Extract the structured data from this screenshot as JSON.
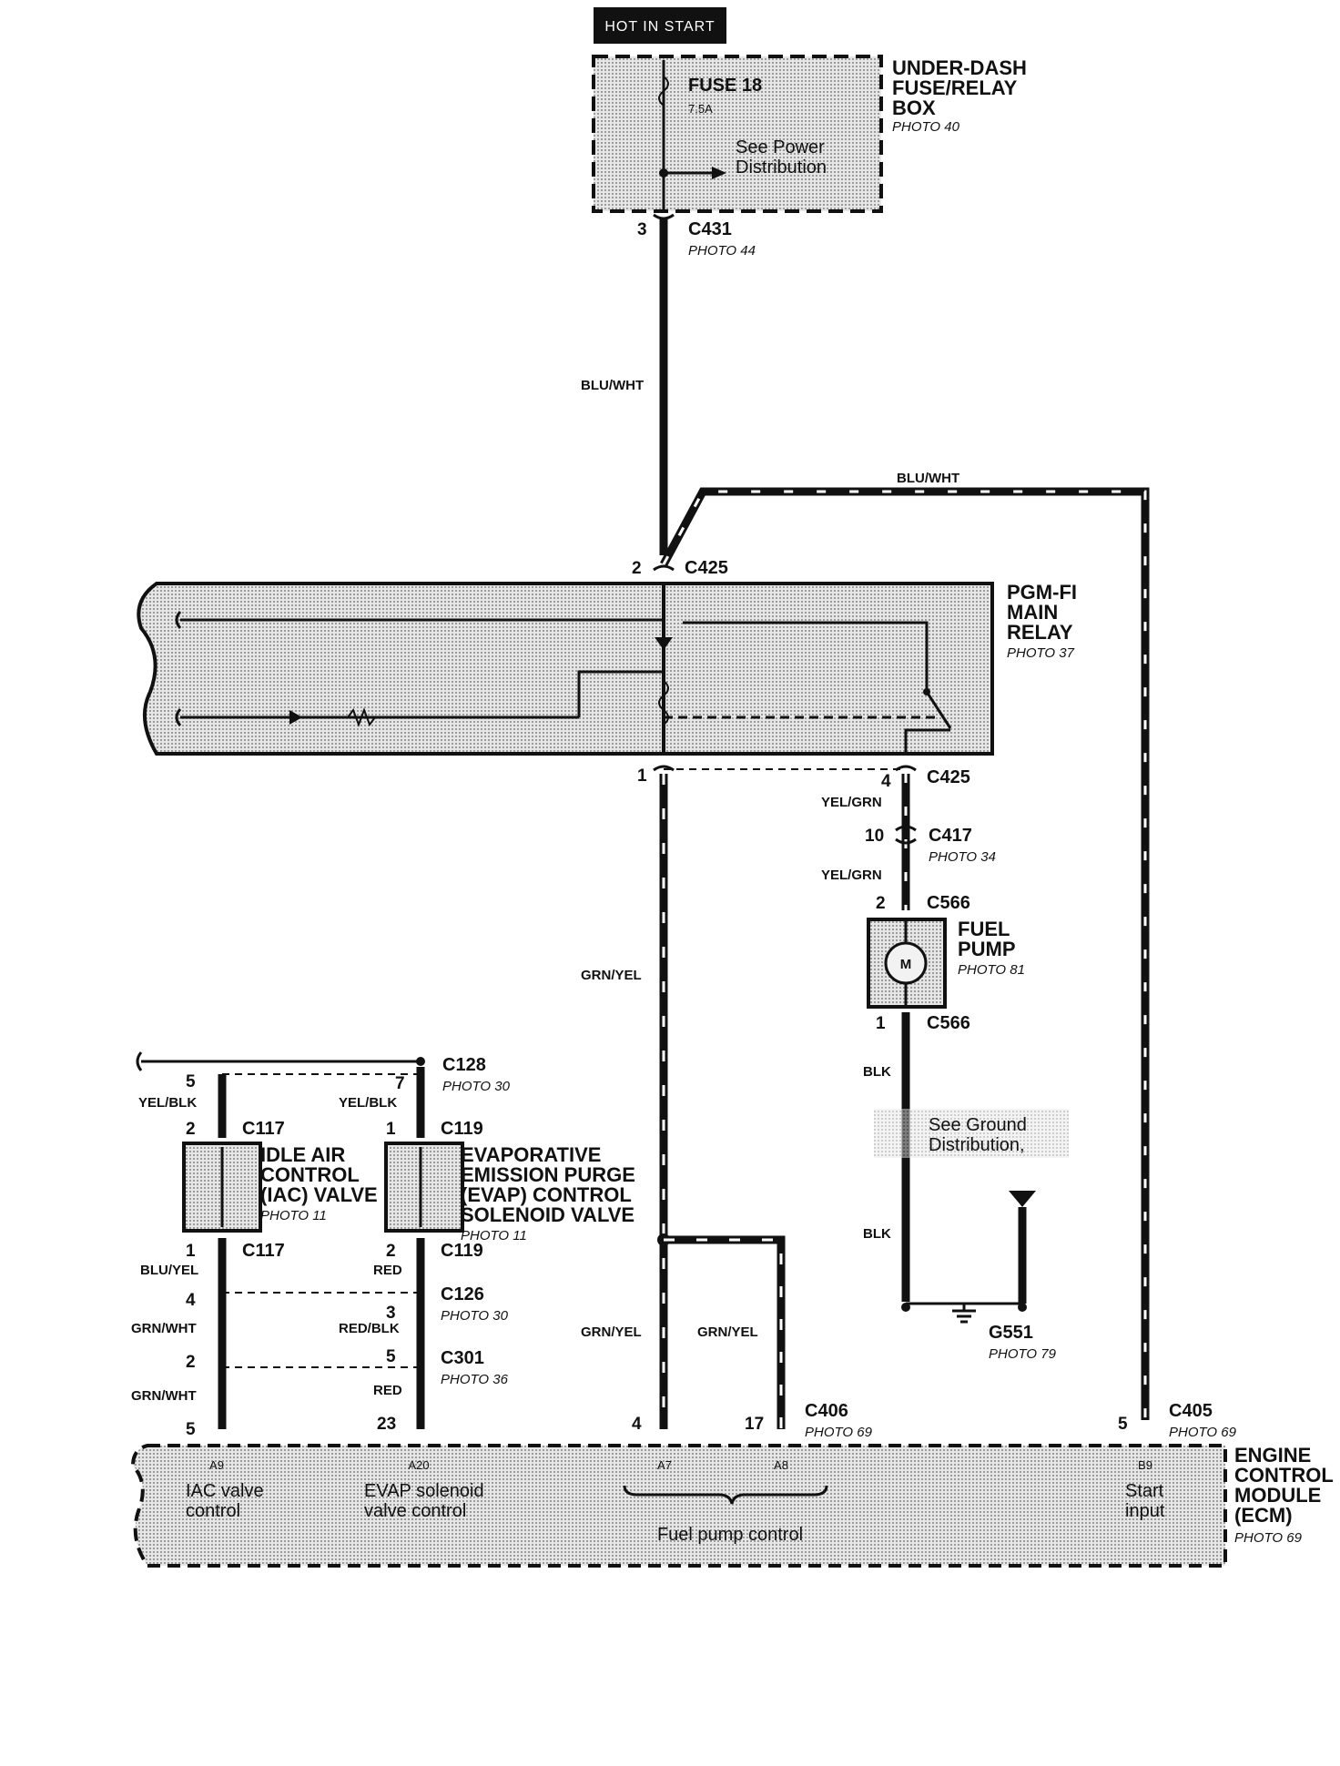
{
  "header": {
    "hot_label": "HOT IN START"
  },
  "fuse_box": {
    "title_lines": [
      "UNDER-DASH",
      "FUSE/RELAY",
      "BOX"
    ],
    "photo": "PHOTO 40",
    "fuse_name": "FUSE 18",
    "fuse_rating": "7.5A",
    "see_lines": [
      "See Power",
      "Distribution"
    ]
  },
  "c431": {
    "pin": "3",
    "name": "C431",
    "photo": "PHOTO 44"
  },
  "wires": {
    "main_feed": "BLU/WHT",
    "ecm_feed": "BLU/WHT",
    "relay_to_ecm": "GRN/YEL",
    "pump_upper": "YEL/GRN",
    "pump_lower": "YEL/GRN",
    "pump_ground": "BLK",
    "ground_lower": "BLK",
    "ecm_a7": "GRN/YEL",
    "ecm_a8": "GRN/YEL",
    "iac_top": "YEL/BLK",
    "evap_top": "YEL/BLK",
    "iac_mid": "BLU/YEL",
    "evap_mid": "RED",
    "iac_low1": "GRN/WHT",
    "evap_low1": "RED/BLK",
    "iac_low2": "GRN/WHT",
    "evap_low2": "RED"
  },
  "c425_top": {
    "pin": "2",
    "name": "C425"
  },
  "relay": {
    "title_lines": [
      "PGM-FI",
      "MAIN",
      "RELAY"
    ],
    "photo": "PHOTO 37"
  },
  "c425_bottom": {
    "pin_left": "1",
    "pin_right": "4",
    "name": "C425"
  },
  "c417": {
    "pin": "10",
    "name": "C417",
    "photo": "PHOTO 34"
  },
  "c566_top": {
    "pin": "2",
    "name": "C566"
  },
  "fuel_pump": {
    "title_lines": [
      "FUEL",
      "PUMP"
    ],
    "photo": "PHOTO 81",
    "motor": "M"
  },
  "c566_bottom": {
    "pin": "1",
    "name": "C566"
  },
  "ground_dist": {
    "lines": [
      "See Ground",
      "Distribution,"
    ]
  },
  "g551": {
    "name": "G551",
    "photo": "PHOTO 79"
  },
  "c128": {
    "pin_left": "5",
    "pin_right": "7",
    "name": "C128",
    "photo": "PHOTO 30"
  },
  "c117_top": {
    "pin": "2",
    "name": "C117"
  },
  "c119_top": {
    "pin": "1",
    "name": "C119"
  },
  "iac": {
    "title_lines": [
      "IDLE AIR",
      "CONTROL",
      "(IAC) VALVE"
    ],
    "photo": "PHOTO 11"
  },
  "evap": {
    "title_lines": [
      "EVAPORATIVE",
      "EMISSION PURGE",
      "(EVAP) CONTROL",
      "SOLENOID VALVE"
    ],
    "photo": "PHOTO 11"
  },
  "c117_bottom": {
    "pin": "1",
    "name": "C117"
  },
  "c119_bottom": {
    "pin": "2",
    "name": "C119"
  },
  "c126": {
    "pin_left": "4",
    "pin_right": "3",
    "name": "C126",
    "photo": "PHOTO 30"
  },
  "c301": {
    "pin_left": "2",
    "pin_right": "5",
    "name": "C301",
    "photo": "PHOTO 36"
  },
  "ecm_pins_row": {
    "a9": "5",
    "a20": "23",
    "a7": "4",
    "a8": "17"
  },
  "c406": {
    "name": "C406",
    "photo": "PHOTO 69"
  },
  "c405": {
    "pin": "5",
    "name": "C405",
    "photo": "PHOTO 69"
  },
  "ecm": {
    "title_lines": [
      "ENGINE",
      "CONTROL",
      "MODULE",
      "(ECM)"
    ],
    "photo": "PHOTO 69",
    "pin_a9": "A9",
    "label_a9": [
      "IAC valve",
      "control"
    ],
    "pin_a20": "A20",
    "label_a20": [
      "EVAP solenoid",
      "valve control"
    ],
    "pin_a7": "A7",
    "pin_a8": "A8",
    "label_fuel": "Fuel pump control",
    "pin_b9": "B9",
    "label_b9": [
      "Start",
      "input"
    ]
  },
  "colors": {
    "ink": "#111111",
    "shade": "#d9d9d9",
    "paper": "#ffffff"
  }
}
